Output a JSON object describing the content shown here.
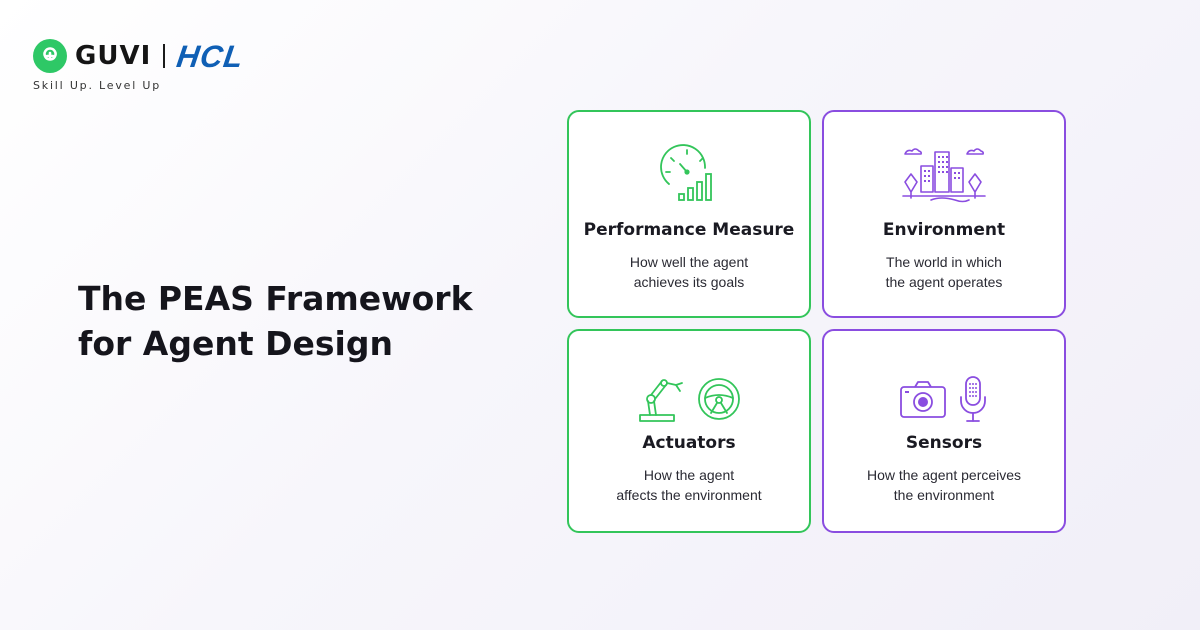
{
  "brand": {
    "guvi": "GUVI",
    "hcl": "HCL",
    "tagline": "Skill Up. Level Up"
  },
  "headline": {
    "line1": "The PEAS Framework",
    "line2": "for Agent Design"
  },
  "cards": [
    {
      "id": "performance",
      "title": "Performance Measure",
      "line1": "How well the agent",
      "line2": "achieves its goals",
      "icon": "speedometer-icon, bar-chart-icon",
      "accent": "#33c55a"
    },
    {
      "id": "environment",
      "title": "Environment",
      "line1": "The world in which",
      "line2": "the agent operates",
      "icon": "city-icon",
      "accent": "#8a4de0"
    },
    {
      "id": "actuators",
      "title": "Actuators",
      "line1": "How the agent",
      "line2": "affects the environment",
      "icon": "robot-arm-icon, steering-wheel-icon",
      "accent": "#33c55a"
    },
    {
      "id": "sensors",
      "title": "Sensors",
      "line1": "How the agent perceives",
      "line2": "the environment",
      "icon": "camera-icon, microphone-icon",
      "accent": "#8a4de0"
    }
  ],
  "colors": {
    "green": "#33c55a",
    "purple": "#8a4de0",
    "hcl_blue": "#0f5fb5",
    "guvi_green": "#2ec866"
  }
}
